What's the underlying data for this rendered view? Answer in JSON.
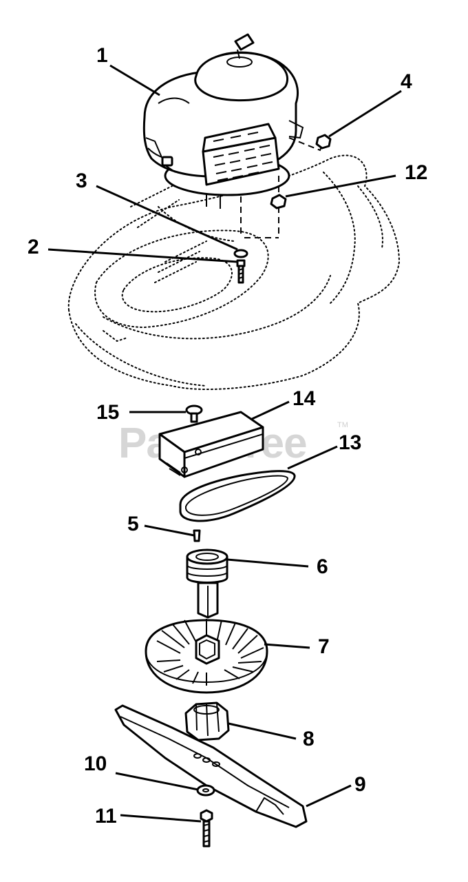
{
  "watermark": {
    "text": "PartsTree",
    "tm": "TM"
  },
  "callouts": {
    "c1": "1",
    "c2": "2",
    "c3": "3",
    "c4": "4",
    "c5": "5",
    "c6": "6",
    "c7": "7",
    "c8": "8",
    "c9": "9",
    "c10": "10",
    "c11": "11",
    "c12": "12",
    "c13": "13",
    "c14": "14",
    "c15": "15"
  }
}
